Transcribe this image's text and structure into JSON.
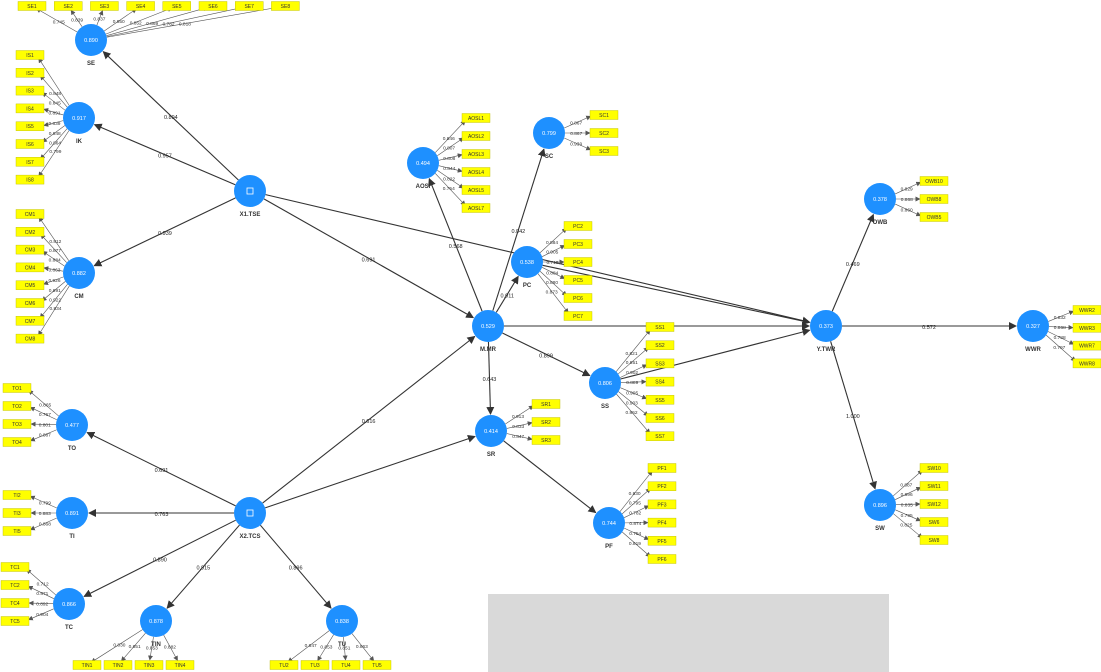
{
  "diagram": {
    "title": "",
    "colors": {
      "construct_fill": "#1e90ff",
      "construct_text": "#ffffff",
      "indicator_fill": "#ffff00",
      "indicator_stroke": "#b8b800",
      "line": "#333333",
      "label": "#222222",
      "panel": "#d9d9d9"
    },
    "constructs": [
      {
        "id": "SE",
        "label": "SE",
        "value": "0.890"
      },
      {
        "id": "IK",
        "label": "IK",
        "value": "0.917"
      },
      {
        "id": "CM",
        "label": "CM",
        "value": "0.882"
      },
      {
        "id": "X1",
        "label": "X1.TSE",
        "value": ""
      },
      {
        "id": "AOSI",
        "label": "AOSI",
        "value": "0.494"
      },
      {
        "id": "SC",
        "label": "SC",
        "value": "0.799"
      },
      {
        "id": "PC",
        "label": "PC",
        "value": "0.538"
      },
      {
        "id": "MAR",
        "label": "M.MR",
        "value": "0.529"
      },
      {
        "id": "SS",
        "label": "SS",
        "value": "0.806"
      },
      {
        "id": "SR",
        "label": "SR",
        "value": "0.414"
      },
      {
        "id": "PF",
        "label": "PF",
        "value": "0.744"
      },
      {
        "id": "YTWR",
        "label": "Y.TWR",
        "value": "0.373"
      },
      {
        "id": "OWB",
        "label": "OWB",
        "value": "0.378"
      },
      {
        "id": "SW",
        "label": "SW",
        "value": "0.896"
      },
      {
        "id": "WWR",
        "label": "WWR",
        "value": "0.327"
      },
      {
        "id": "TO",
        "label": "TO",
        "value": "0.477"
      },
      {
        "id": "TI",
        "label": "TI",
        "value": "0.891"
      },
      {
        "id": "X2",
        "label": "X2.TCS",
        "value": ""
      },
      {
        "id": "TC",
        "label": "TC",
        "value": "0.866"
      },
      {
        "id": "TIN",
        "label": "TIN",
        "value": "0.878"
      },
      {
        "id": "TU",
        "label": "TU",
        "value": "0.838"
      }
    ],
    "paths": [
      {
        "from": "X1",
        "to": "SE",
        "value": "0.894"
      },
      {
        "from": "X1",
        "to": "IK",
        "value": "0.957"
      },
      {
        "from": "X1",
        "to": "CM",
        "value": "0.939"
      },
      {
        "from": "X1",
        "to": "MAR",
        "value": "0.691"
      },
      {
        "from": "X1",
        "to": "YTWR",
        "value": ""
      },
      {
        "from": "MAR",
        "to": "AOSI",
        "value": "0.568"
      },
      {
        "from": "MAR",
        "to": "SC",
        "value": "0.042"
      },
      {
        "from": "MAR",
        "to": "PC",
        "value": "0.011"
      },
      {
        "from": "MAR",
        "to": "YTWR",
        "value": ""
      },
      {
        "from": "MAR",
        "to": "SS",
        "value": "0.899"
      },
      {
        "from": "MAR",
        "to": "SR",
        "value": "0.643"
      },
      {
        "from": "PC",
        "to": "YTWR",
        "value": ""
      },
      {
        "from": "SS",
        "to": "YTWR",
        "value": ""
      },
      {
        "from": "SR",
        "to": "PF",
        "value": ""
      },
      {
        "from": "YTWR",
        "to": "OWB",
        "value": "0.469"
      },
      {
        "from": "YTWR",
        "to": "WWR",
        "value": "0.572"
      },
      {
        "from": "YTWR",
        "to": "SW",
        "value": "1.000"
      },
      {
        "from": "X2",
        "to": "MAR",
        "value": "0.616"
      },
      {
        "from": "X2",
        "to": "SR",
        "value": ""
      },
      {
        "from": "X2",
        "to": "TO",
        "value": "0.691"
      },
      {
        "from": "X2",
        "to": "TI",
        "value": "0.763"
      },
      {
        "from": "X2",
        "to": "TC",
        "value": "0.890"
      },
      {
        "from": "X2",
        "to": "TIN",
        "value": "0.915"
      },
      {
        "from": "X2",
        "to": "TU",
        "value": "0.896"
      }
    ],
    "indicators": [
      {
        "owner": "SE",
        "label": "SE1",
        "loading": "0.745"
      },
      {
        "owner": "SE",
        "label": "SE2",
        "loading": "0.839"
      },
      {
        "owner": "SE",
        "label": "SE3",
        "loading": "0.837"
      },
      {
        "owner": "SE",
        "label": "SE4",
        "loading": "0.850"
      },
      {
        "owner": "SE",
        "label": "SE5",
        "loading": "0.852"
      },
      {
        "owner": "SE",
        "label": "SE6",
        "loading": "0.869"
      },
      {
        "owner": "SE",
        "label": "SE7",
        "loading": "0.782"
      },
      {
        "owner": "SE",
        "label": "SE8",
        "loading": "0.818"
      },
      {
        "owner": "IK",
        "label": "IS1",
        "loading": ""
      },
      {
        "owner": "IK",
        "label": "IS2",
        "loading": "0.848"
      },
      {
        "owner": "IK",
        "label": "IS3",
        "loading": "0.845"
      },
      {
        "owner": "IK",
        "label": "IS4",
        "loading": "0.891"
      },
      {
        "owner": "IK",
        "label": "IS5",
        "loading": "0.839"
      },
      {
        "owner": "IK",
        "label": "IS6",
        "loading": "0.848"
      },
      {
        "owner": "IK",
        "label": "IS7",
        "loading": "0.864"
      },
      {
        "owner": "IK",
        "label": "IS8",
        "loading": "0.799"
      },
      {
        "owner": "CM",
        "label": "CM1",
        "loading": "0.812"
      },
      {
        "owner": "CM",
        "label": "CM2",
        "loading": "0.877"
      },
      {
        "owner": "CM",
        "label": "CM3",
        "loading": "0.884"
      },
      {
        "owner": "CM",
        "label": "CM4",
        "loading": "0.863"
      },
      {
        "owner": "CM",
        "label": "CM5",
        "loading": "0.926"
      },
      {
        "owner": "CM",
        "label": "CM6",
        "loading": "0.891"
      },
      {
        "owner": "CM",
        "label": "CM7",
        "loading": "0.922"
      },
      {
        "owner": "CM",
        "label": "CM8",
        "loading": "0.834"
      },
      {
        "owner": "AOSI",
        "label": "AOSL1",
        "loading": "0.846"
      },
      {
        "owner": "AOSI",
        "label": "AOSL2",
        "loading": "0.807"
      },
      {
        "owner": "AOSI",
        "label": "AOSL3",
        "loading": "0.808"
      },
      {
        "owner": "AOSI",
        "label": "AOSL4",
        "loading": "0.844"
      },
      {
        "owner": "AOSI",
        "label": "AOSL5",
        "loading": "0.822"
      },
      {
        "owner": "AOSI",
        "label": "AOSL7",
        "loading": "0.754"
      },
      {
        "owner": "SC",
        "label": "SC1",
        "loading": "0.867"
      },
      {
        "owner": "SC",
        "label": "SC2",
        "loading": "0.867"
      },
      {
        "owner": "SC",
        "label": "SC3",
        "loading": "0.939"
      },
      {
        "owner": "PC",
        "label": "PC2",
        "loading": "0.884"
      },
      {
        "owner": "PC",
        "label": "PC3",
        "loading": "0.905"
      },
      {
        "owner": "PC",
        "label": "PC4",
        "loading": "0.710"
      },
      {
        "owner": "PC",
        "label": "PC5",
        "loading": "0.884"
      },
      {
        "owner": "PC",
        "label": "PC6",
        "loading": "0.880"
      },
      {
        "owner": "PC",
        "label": "PC7",
        "loading": "0.873"
      },
      {
        "owner": "SS",
        "label": "SS1",
        "loading": "0.821"
      },
      {
        "owner": "SS",
        "label": "SS2",
        "loading": "0.851"
      },
      {
        "owner": "SS",
        "label": "SS3",
        "loading": "0.902"
      },
      {
        "owner": "SS",
        "label": "SS4",
        "loading": "0.889"
      },
      {
        "owner": "SS",
        "label": "SS5",
        "loading": "0.905"
      },
      {
        "owner": "SS",
        "label": "SS6",
        "loading": "0.903"
      },
      {
        "owner": "SS",
        "label": "SS7",
        "loading": "0.852"
      },
      {
        "owner": "SR",
        "label": "SR1",
        "loading": "0.913"
      },
      {
        "owner": "SR",
        "label": "SR2",
        "loading": "0.833"
      },
      {
        "owner": "SR",
        "label": "SR3",
        "loading": "0.847"
      },
      {
        "owner": "PF",
        "label": "PF1",
        "loading": "0.830"
      },
      {
        "owner": "PF",
        "label": "PF2",
        "loading": "0.795"
      },
      {
        "owner": "PF",
        "label": "PF3",
        "loading": "0.782"
      },
      {
        "owner": "PF",
        "label": "PF4",
        "loading": "0.874"
      },
      {
        "owner": "PF",
        "label": "PF5",
        "loading": "0.754"
      },
      {
        "owner": "PF",
        "label": "PF6",
        "loading": "0.819"
      },
      {
        "owner": "OWB",
        "label": "OWB10",
        "loading": "0.829"
      },
      {
        "owner": "OWB",
        "label": "OWB8",
        "loading": "0.868"
      },
      {
        "owner": "OWB",
        "label": "OWB5",
        "loading": "0.860"
      },
      {
        "owner": "SW",
        "label": "SW10",
        "loading": "0.887"
      },
      {
        "owner": "SW",
        "label": "SW11",
        "loading": "0.896"
      },
      {
        "owner": "SW",
        "label": "SW12",
        "loading": "0.835"
      },
      {
        "owner": "SW",
        "label": "SW6",
        "loading": "0.795"
      },
      {
        "owner": "SW",
        "label": "SW8",
        "loading": "0.825"
      },
      {
        "owner": "WWR",
        "label": "WWR2",
        "loading": "0.832"
      },
      {
        "owner": "WWR",
        "label": "WWR3",
        "loading": "0.868"
      },
      {
        "owner": "WWR",
        "label": "WWR7",
        "loading": "0.788"
      },
      {
        "owner": "WWR",
        "label": "WWR8",
        "loading": "0.797"
      },
      {
        "owner": "TO",
        "label": "TO1",
        "loading": "0.865"
      },
      {
        "owner": "TO",
        "label": "TO2",
        "loading": "0.767"
      },
      {
        "owner": "TO",
        "label": "TO3",
        "loading": "0.801"
      },
      {
        "owner": "TO",
        "label": "TO4",
        "loading": "0.887"
      },
      {
        "owner": "TI",
        "label": "TI2",
        "loading": "0.799"
      },
      {
        "owner": "TI",
        "label": "TI3",
        "loading": "0.883"
      },
      {
        "owner": "TI",
        "label": "TI5",
        "loading": "0.868"
      },
      {
        "owner": "TC",
        "label": "TC1",
        "loading": "0.712"
      },
      {
        "owner": "TC",
        "label": "TC2",
        "loading": "0.871"
      },
      {
        "owner": "TC",
        "label": "TC4",
        "loading": "0.892"
      },
      {
        "owner": "TC",
        "label": "TC5",
        "loading": "0.904"
      },
      {
        "owner": "TIN",
        "label": "TIN1",
        "loading": "0.830"
      },
      {
        "owner": "TIN",
        "label": "TIN2",
        "loading": "0.851"
      },
      {
        "owner": "TIN",
        "label": "TIN3",
        "loading": "0.853"
      },
      {
        "owner": "TIN",
        "label": "TIN4",
        "loading": "0.882"
      },
      {
        "owner": "TU",
        "label": "TU2",
        "loading": "0.847"
      },
      {
        "owner": "TU",
        "label": "TU3",
        "loading": "0.853"
      },
      {
        "owner": "TU",
        "label": "TU4",
        "loading": "0.851"
      },
      {
        "owner": "TU",
        "label": "TU5",
        "loading": "0.863"
      }
    ]
  }
}
